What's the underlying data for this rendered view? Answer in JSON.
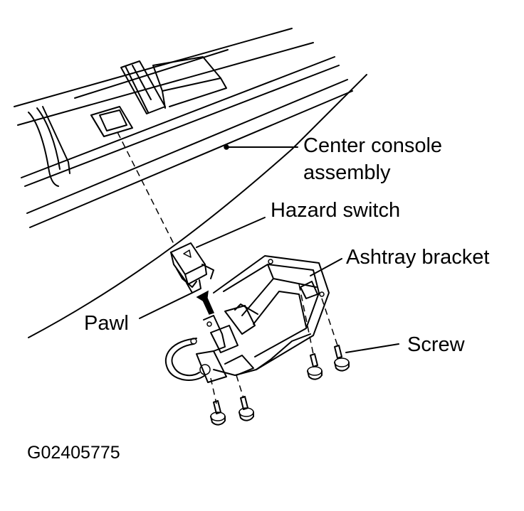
{
  "labels": {
    "center_console_line1": "Center console",
    "center_console_line2": "assembly",
    "hazard_switch": "Hazard switch",
    "ashtray_bracket": "Ashtray bracket",
    "pawl": "Pawl",
    "screw": "Screw",
    "figure_id": "G02405775"
  },
  "colors": {
    "ink": "#000000",
    "background": "#ffffff"
  }
}
